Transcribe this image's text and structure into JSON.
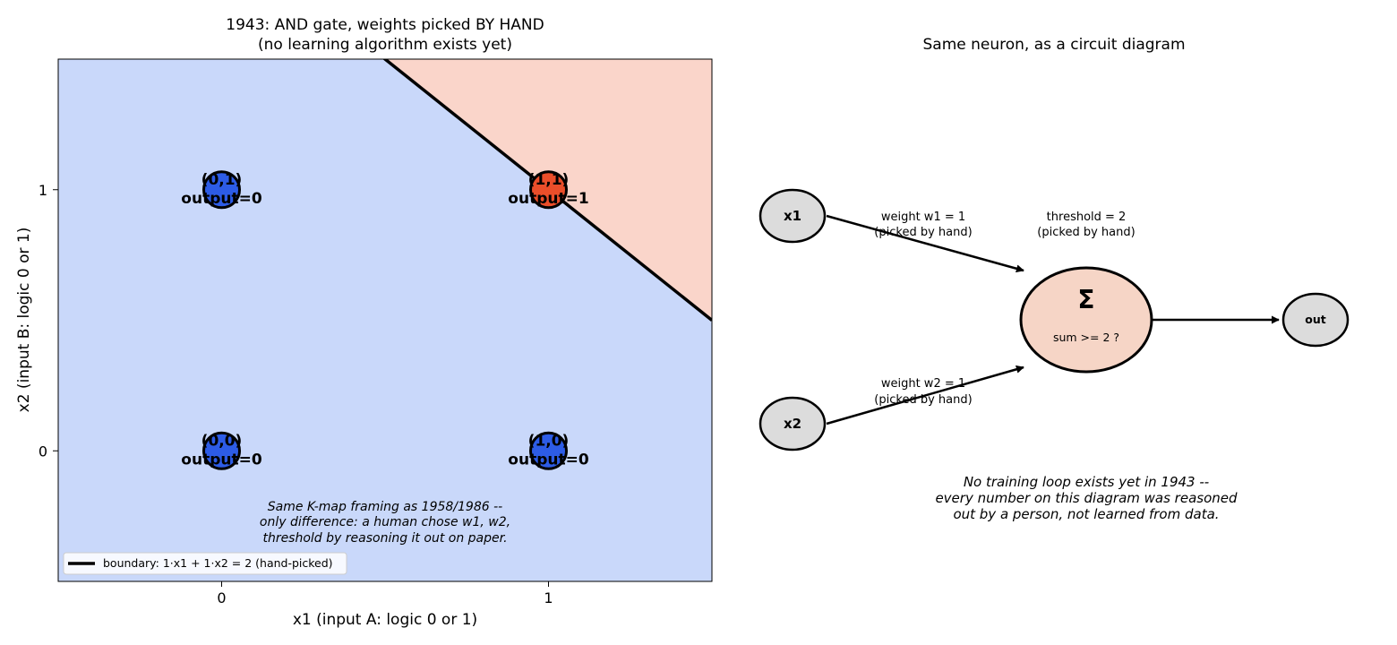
{
  "left_panel": {
    "chart_data": {
      "type": "scatter",
      "title_line1": "1943: AND gate, weights picked BY HAND",
      "title_line2": "(no learning algorithm exists yet)",
      "xlabel": "x1  (input A: logic 0 or 1)",
      "ylabel": "x2  (input B: logic 0 or 1)",
      "xlim": [
        -0.5,
        1.5
      ],
      "ylim": [
        -0.5,
        1.5
      ],
      "xticks": [
        0,
        1
      ],
      "yticks": [
        0,
        1
      ],
      "grid": false,
      "legend_position": "lower-left",
      "points": [
        {
          "x": 0,
          "y": 0,
          "label": "(0,0)",
          "output_label": "output=0",
          "class": 0
        },
        {
          "x": 1,
          "y": 0,
          "label": "(1,0)",
          "output_label": "output=0",
          "class": 0
        },
        {
          "x": 0,
          "y": 1,
          "label": "(0,1)",
          "output_label": "output=0",
          "class": 0
        },
        {
          "x": 1,
          "y": 1,
          "label": "(1,1)",
          "output_label": "output=1",
          "class": 1
        }
      ],
      "boundary": {
        "w1": 1,
        "w2": 1,
        "threshold": 2
      },
      "legend_label": "boundary: 1·x1 + 1·x2 = 2  (hand-picked)",
      "annotation_lines": [
        "Same K-map framing as 1958/1986 --",
        "only difference: a human chose w1, w2,",
        "threshold by reasoning it out on paper."
      ],
      "colors": {
        "region_0": "#c9d8fa",
        "region_1": "#fad5ca",
        "point_0": "#2d5ce6",
        "point_1": "#ea4e2a",
        "boundary": "#000000"
      }
    }
  },
  "right_panel": {
    "title": "Same neuron, as a circuit diagram",
    "nodes": {
      "x1": "x1",
      "x2": "x2",
      "sum_symbol": "Σ",
      "sum_text": "sum >= 2 ?",
      "out": "out"
    },
    "labels": {
      "w1_line1": "weight w1 = 1",
      "w1_line2": "(picked by hand)",
      "w2_line1": "weight w2 = 1",
      "w2_line2": "(picked by hand)",
      "threshold_line1": "threshold = 2",
      "threshold_line2": "(picked by hand)"
    },
    "note_lines": [
      "No training loop exists yet in 1943 --",
      "every number on this diagram was reasoned",
      "out by a person, not learned from data."
    ],
    "colors": {
      "input_node": "#dcdcdc",
      "sum_node": "#f6d5c6"
    }
  }
}
